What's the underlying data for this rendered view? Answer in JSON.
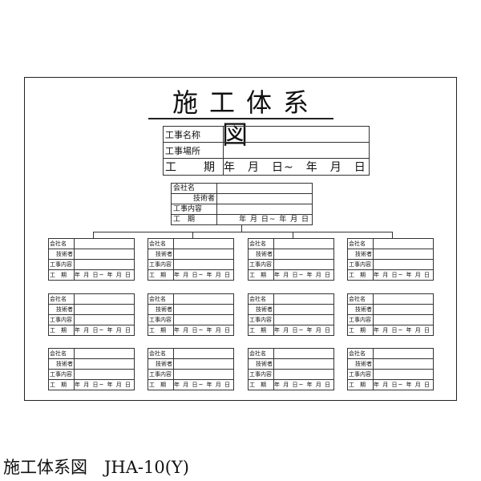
{
  "title": "施工体系図",
  "main_table": {
    "rows": [
      {
        "label": "工事名称",
        "value": ""
      },
      {
        "label": "工事場所",
        "value": ""
      },
      {
        "label": "工　期",
        "value": "年　月　日~　年　月　日"
      }
    ]
  },
  "company_box": {
    "company_label": "会社名",
    "engineer_label": "技術者",
    "work_label": "工事内容",
    "period_label": "工　期",
    "period_value": "年 月 日~ 年 月 日"
  },
  "grid": {
    "rows": 3,
    "columns": 4
  },
  "caption": "施工体系図　JHA-10(Y)"
}
